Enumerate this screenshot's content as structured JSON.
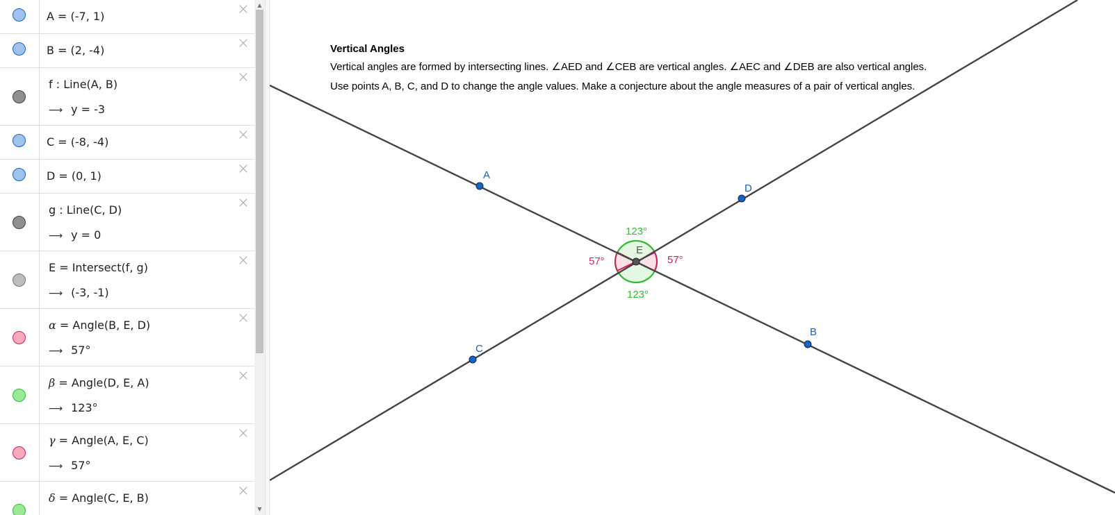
{
  "algebra_view": {
    "rows": [
      {
        "id": "A",
        "marble_color": "#9fc3ec",
        "marble_border": "#1565c0",
        "definition": "A = (-7, 1)",
        "value": null
      },
      {
        "id": "B",
        "marble_color": "#9fc3ec",
        "marble_border": "#1565c0",
        "definition": "B = (2, -4)",
        "value": null
      },
      {
        "id": "f",
        "marble_color": "#8f8f8f",
        "marble_border": "#444444",
        "definition": "f : Line(A, B)",
        "value": "y = -3"
      },
      {
        "id": "C",
        "marble_color": "#9fc3ec",
        "marble_border": "#1565c0",
        "definition": "C = (-8, -4)",
        "value": null
      },
      {
        "id": "D",
        "marble_color": "#9fc3ec",
        "marble_border": "#1565c0",
        "definition": "D = (0, 1)",
        "value": null
      },
      {
        "id": "g",
        "marble_color": "#8f8f8f",
        "marble_border": "#444444",
        "definition": "g : Line(C, D)",
        "value": "y = 0"
      },
      {
        "id": "E",
        "marble_color": "#bdbdbd",
        "marble_border": "#777777",
        "definition": "E = Intersect(f, g)",
        "value": "(-3, -1)"
      },
      {
        "id": "alpha",
        "marble_color": "#f9aabb",
        "marble_border": "#d81b60",
        "greek": "α",
        "definition": " = Angle(B, E, D)",
        "value": "57°"
      },
      {
        "id": "beta",
        "marble_color": "#9be89b",
        "marble_border": "#2ebd2e",
        "greek": "β",
        "definition": " = Angle(D, E, A)",
        "value": "123°"
      },
      {
        "id": "gamma",
        "marble_color": "#f9aabb",
        "marble_border": "#d81b60",
        "greek": "γ",
        "definition": " = Angle(A, E, C)",
        "value": "57°"
      },
      {
        "id": "delta",
        "marble_color": "#9be89b",
        "marble_border": "#2ebd2e",
        "greek": "δ",
        "definition": " = Angle(C, E, B)",
        "value": null
      }
    ],
    "value_arrow": "⟶",
    "close_icon": "×"
  },
  "graphics": {
    "text_block": {
      "title": "Vertical Angles",
      "line1": "Vertical angles are formed by intersecting lines. ∠AED and ∠CEB are vertical angles.  ∠AEC and ∠DEB are also vertical angles.",
      "line2": "Use points A, B, C, and D to change the angle values. Make a conjecture about the angle measures of a pair of vertical angles."
    },
    "points": {
      "A": {
        "label": "A"
      },
      "B": {
        "label": "B"
      },
      "C": {
        "label": "C"
      },
      "D": {
        "label": "D"
      },
      "E": {
        "label": "E"
      }
    },
    "angles": {
      "top": "123°",
      "bottom": "123°",
      "left": "57°",
      "right": "57°"
    },
    "colors": {
      "line": "#444444",
      "point": "#1565c0",
      "obtuse_angle": "#2ebd2e",
      "acute_angle": "#d81b60",
      "label_blue": "#1565c0"
    }
  }
}
